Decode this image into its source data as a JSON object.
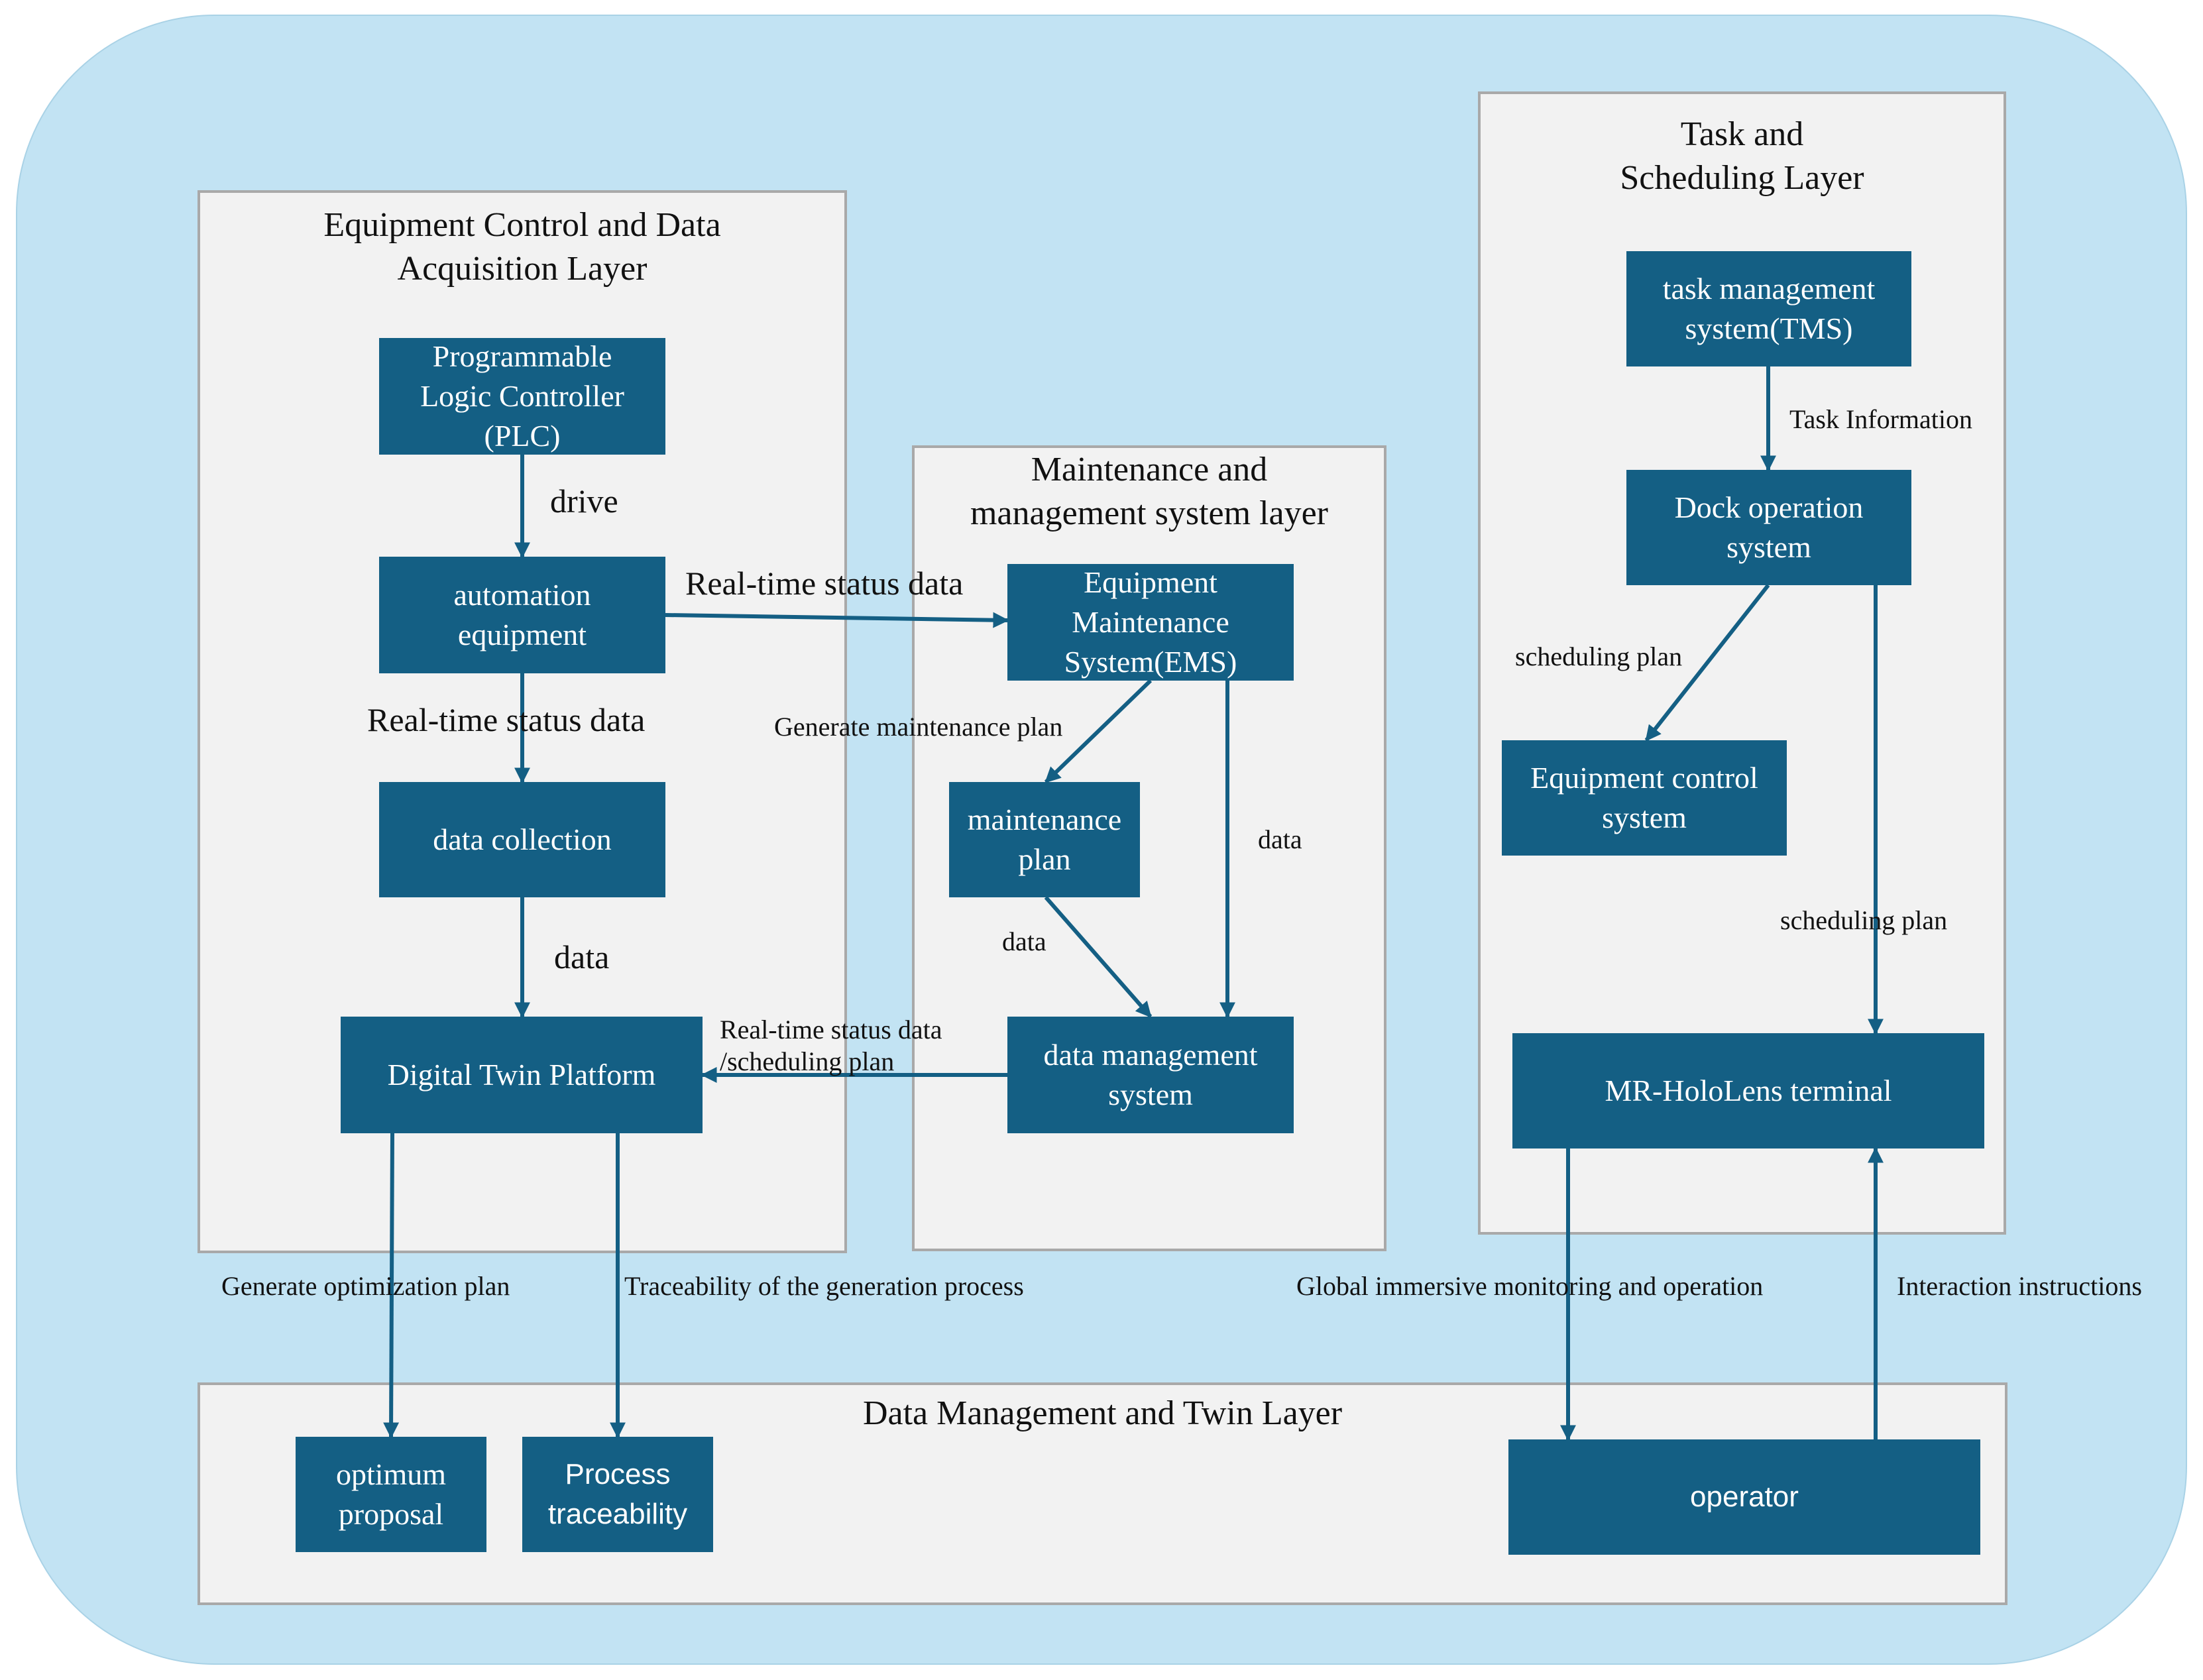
{
  "layers": {
    "equipment_control": "Equipment Control and Data\nAcquisition Layer",
    "maintenance": "Maintenance and\nmanagement system layer",
    "task_scheduling": "Task and\nScheduling Layer",
    "data_management": "Data Management and Twin Layer"
  },
  "nodes": {
    "plc": "Programmable\nLogic Controller\n(PLC)",
    "automation_equipment": "automation\nequipment",
    "data_collection": "data collection",
    "digital_twin_platform": "Digital Twin Platform",
    "ems": "Equipment\nMaintenance\nSystem(EMS)",
    "maintenance_plan": "maintenance\nplan",
    "data_management_system": "data management\nsystem",
    "tms": "task management\nsystem(TMS)",
    "dock_operation": "Dock operation\nsystem",
    "equipment_control_system": "Equipment control\nsystem",
    "mr_hololens": "MR-HoloLens terminal",
    "optimum_proposal": "optimum\nproposal",
    "process_traceability": "Process\ntraceability",
    "operator": "operator"
  },
  "edge_labels": {
    "drive": "drive",
    "realtime_to_ems": "Real-time status data",
    "realtime_to_collection": "Real-time status data",
    "data_to_twin": "data",
    "generate_maintenance_plan": "Generate maintenance plan",
    "ems_data": "data",
    "plan_data": "data",
    "realtime_scheduling": "Real-time status data\n/scheduling plan",
    "task_information": "Task Information",
    "scheduling_plan_1": "scheduling plan",
    "scheduling_plan_2": "scheduling plan",
    "generate_optimization_plan": "Generate optimization plan",
    "traceability_generation": "Traceability of the generation process",
    "global_monitoring": "Global immersive monitoring and operation",
    "interaction_instructions": "Interaction instructions"
  },
  "colors": {
    "background": "#c2e3f3",
    "layer_fill": "#f2f2f2",
    "layer_border": "#a9a9a9",
    "node_fill": "#145f84",
    "node_text": "#ffffff",
    "arrow": "#145f84"
  }
}
